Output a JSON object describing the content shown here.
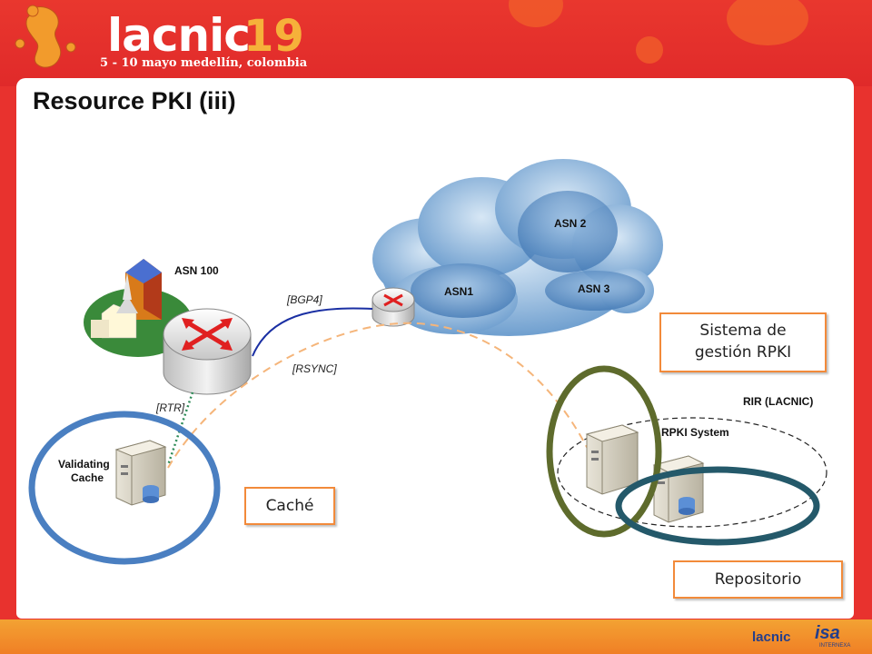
{
  "header": {
    "logo_word": "lacnic",
    "logo_number": "19",
    "logo_subtitle": "5 - 10 mayo medellín, colombia"
  },
  "slide": {
    "title": "Resource PKI (iii)"
  },
  "diagram": {
    "asn100": "ASN 100",
    "asn1": "ASN1",
    "asn2": "ASN 2",
    "asn3": "ASN 3",
    "bgp4": "[BGP4]",
    "rsync": "[RSYNC]",
    "rtr": "[RTR]",
    "validating_cache_line1": "Validating",
    "validating_cache_line2": "Cache",
    "rir": "RIR (LACNIC)",
    "rpki_system": "RPKI System"
  },
  "callouts": {
    "sistema_line1": "Sistema de",
    "sistema_line2": "gestión RPKI",
    "cache": "Caché",
    "repositorio": "Repositorio"
  },
  "footer": {
    "logo_left": "lacnic",
    "logo_right": "isa",
    "logo_right_sub": "INTERNEXA"
  },
  "colors": {
    "header_red": "#e8322e",
    "slide_bg": "#ffffff",
    "callout_border": "#f28a3a",
    "cache_ring": "#4a7fc1",
    "system_ring": "#5e6b2c",
    "repo_ring": "#24596a",
    "bgp_line": "#1a2fa3",
    "rsync_line": "#f5b57a",
    "rtr_line": "#2e8b57"
  }
}
